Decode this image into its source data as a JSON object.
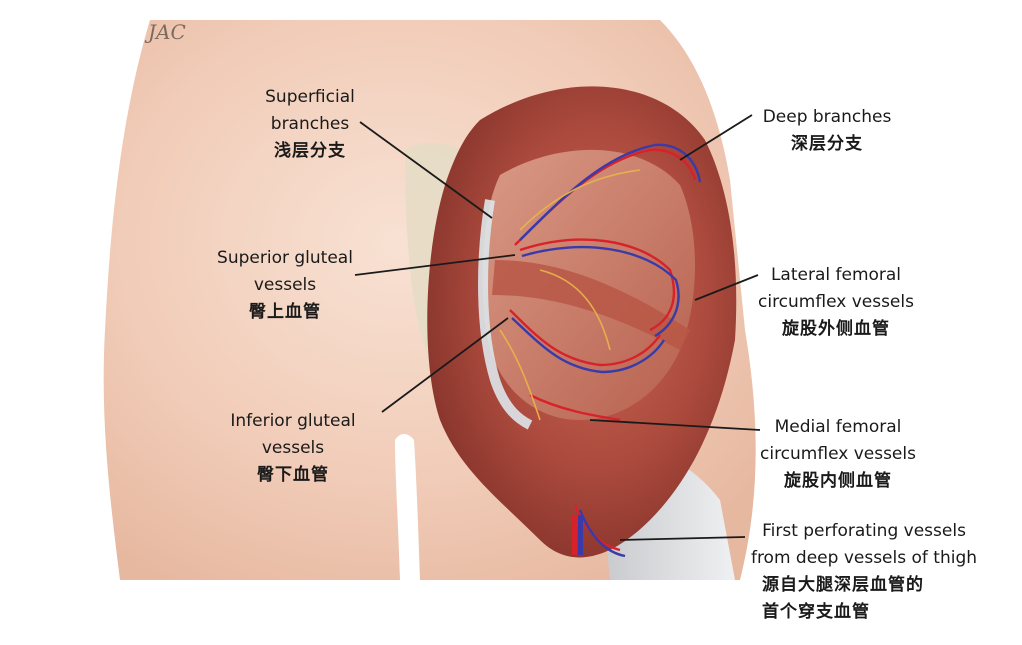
{
  "signature": "JAC",
  "labels": {
    "superficial_branches": {
      "en1": "Superficial",
      "en2": "branches",
      "zh": "浅层分支"
    },
    "superior_gluteal": {
      "en1": "Superior gluteal",
      "en2": "vessels",
      "zh": "臀上血管"
    },
    "inferior_gluteal": {
      "en1": "Inferior gluteal",
      "en2": "vessels",
      "zh": "臀下血管"
    },
    "deep_branches": {
      "en1": "Deep branches",
      "zh": "深层分支"
    },
    "lateral_femoral": {
      "en1": "Lateral femoral",
      "en2": "circumflex vessels",
      "zh": "旋股外侧血管"
    },
    "medial_femoral": {
      "en1": "Medial femoral",
      "en2": "circumflex vessels",
      "zh": "旋股内侧血管"
    },
    "first_perforating": {
      "en1": "First perforating vessels",
      "en2": "from deep vessels of thigh",
      "zh1": "源自大腿深层血管的",
      "zh2": "首个穿支血管"
    }
  },
  "colors": {
    "skin": "#f3d2bf",
    "muscle": "#a9443a",
    "artery": "#d8222a",
    "vein": "#3a3aa8",
    "nerve": "#e8b24a",
    "leader": "#1a1a1a"
  }
}
